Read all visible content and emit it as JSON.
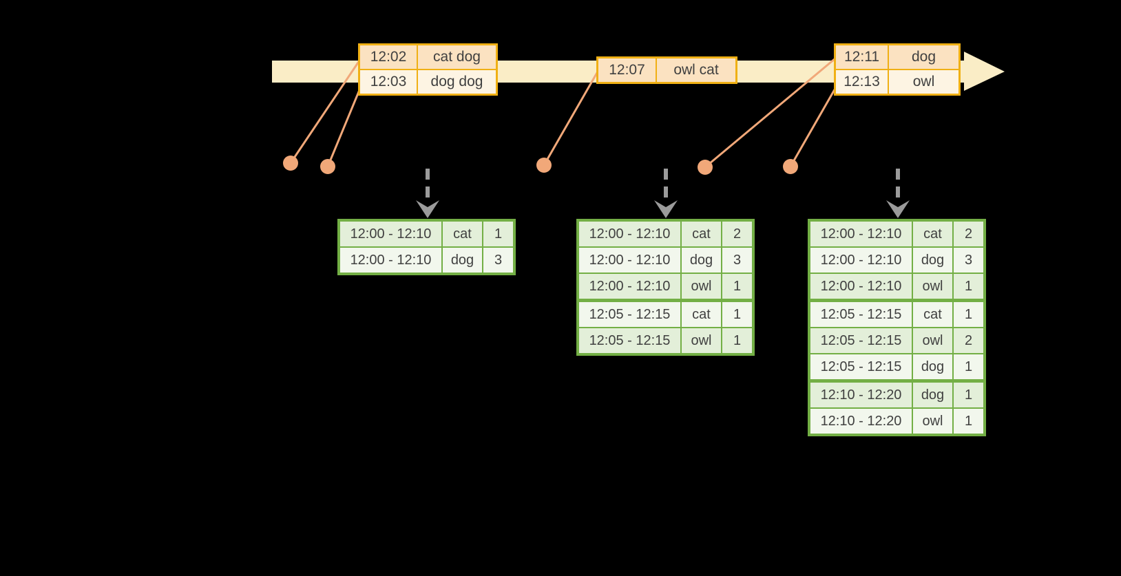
{
  "colors": {
    "canvas_bg": "#000000",
    "timeline_band": "#FAEDC6",
    "event_table_border": "#F0B014",
    "event_row_dark": "#FBE2C1",
    "event_row_light": "#FDF4E3",
    "event_marker": "#F1A879",
    "trigger_arrow": "#9B9B9B",
    "result_table_border": "#73AF45",
    "result_row_green": "#E3EFD9",
    "result_row_light": "#F2F7ED",
    "text": "#404040"
  },
  "event_tables": [
    {
      "rows": [
        {
          "time": "12:02",
          "words": "cat dog"
        },
        {
          "time": "12:03",
          "words": "dog dog"
        }
      ]
    },
    {
      "rows": [
        {
          "time": "12:07",
          "words": "owl cat"
        }
      ]
    },
    {
      "rows": [
        {
          "time": "12:11",
          "words": "dog"
        },
        {
          "time": "12:13",
          "words": "owl"
        }
      ]
    }
  ],
  "result_tables": [
    {
      "rows": [
        {
          "window": "12:00 - 12:10",
          "word": "cat",
          "count": "1"
        },
        {
          "window": "12:00 - 12:10",
          "word": "dog",
          "count": "3"
        }
      ]
    },
    {
      "rows": [
        {
          "window": "12:00 - 12:10",
          "word": "cat",
          "count": "2"
        },
        {
          "window": "12:00 - 12:10",
          "word": "dog",
          "count": "3"
        },
        {
          "window": "12:00 - 12:10",
          "word": "owl",
          "count": "1"
        },
        {
          "window": "12:05 - 12:15",
          "word": "cat",
          "count": "1"
        },
        {
          "window": "12:05 - 12:15",
          "word": "owl",
          "count": "1"
        }
      ]
    },
    {
      "rows": [
        {
          "window": "12:00 - 12:10",
          "word": "cat",
          "count": "2"
        },
        {
          "window": "12:00 - 12:10",
          "word": "dog",
          "count": "3"
        },
        {
          "window": "12:00 - 12:10",
          "word": "owl",
          "count": "1"
        },
        {
          "window": "12:05 - 12:15",
          "word": "cat",
          "count": "1"
        },
        {
          "window": "12:05 - 12:15",
          "word": "owl",
          "count": "2"
        },
        {
          "window": "12:05 - 12:15",
          "word": "dog",
          "count": "1"
        },
        {
          "window": "12:10 - 12:20",
          "word": "dog",
          "count": "1"
        },
        {
          "window": "12:10 - 12:20",
          "word": "owl",
          "count": "1"
        }
      ]
    }
  ]
}
